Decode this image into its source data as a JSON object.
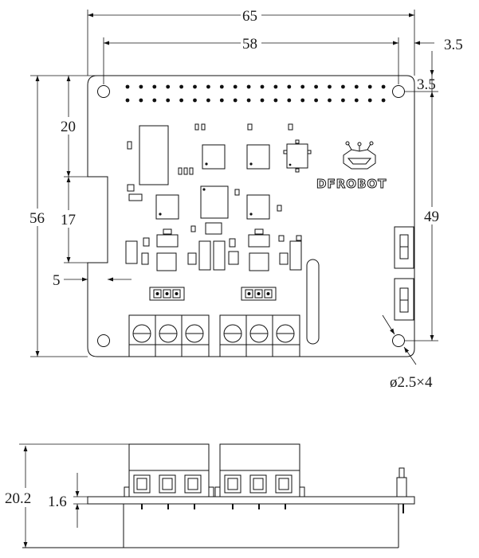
{
  "dimensions": {
    "width_outer": "65",
    "width_holes": "58",
    "edge_offset_right": "3.5",
    "edge_offset_top": "3.5",
    "height_outer": "56",
    "notch_top": "20",
    "notch_height": "17",
    "notch_depth": "5",
    "hole_spacing_vertical": "49",
    "hole_spec": "ø2.5×4",
    "side_height": "20.2",
    "pcb_thickness": "1.6"
  },
  "logo": {
    "text": "DFROBOT"
  }
}
